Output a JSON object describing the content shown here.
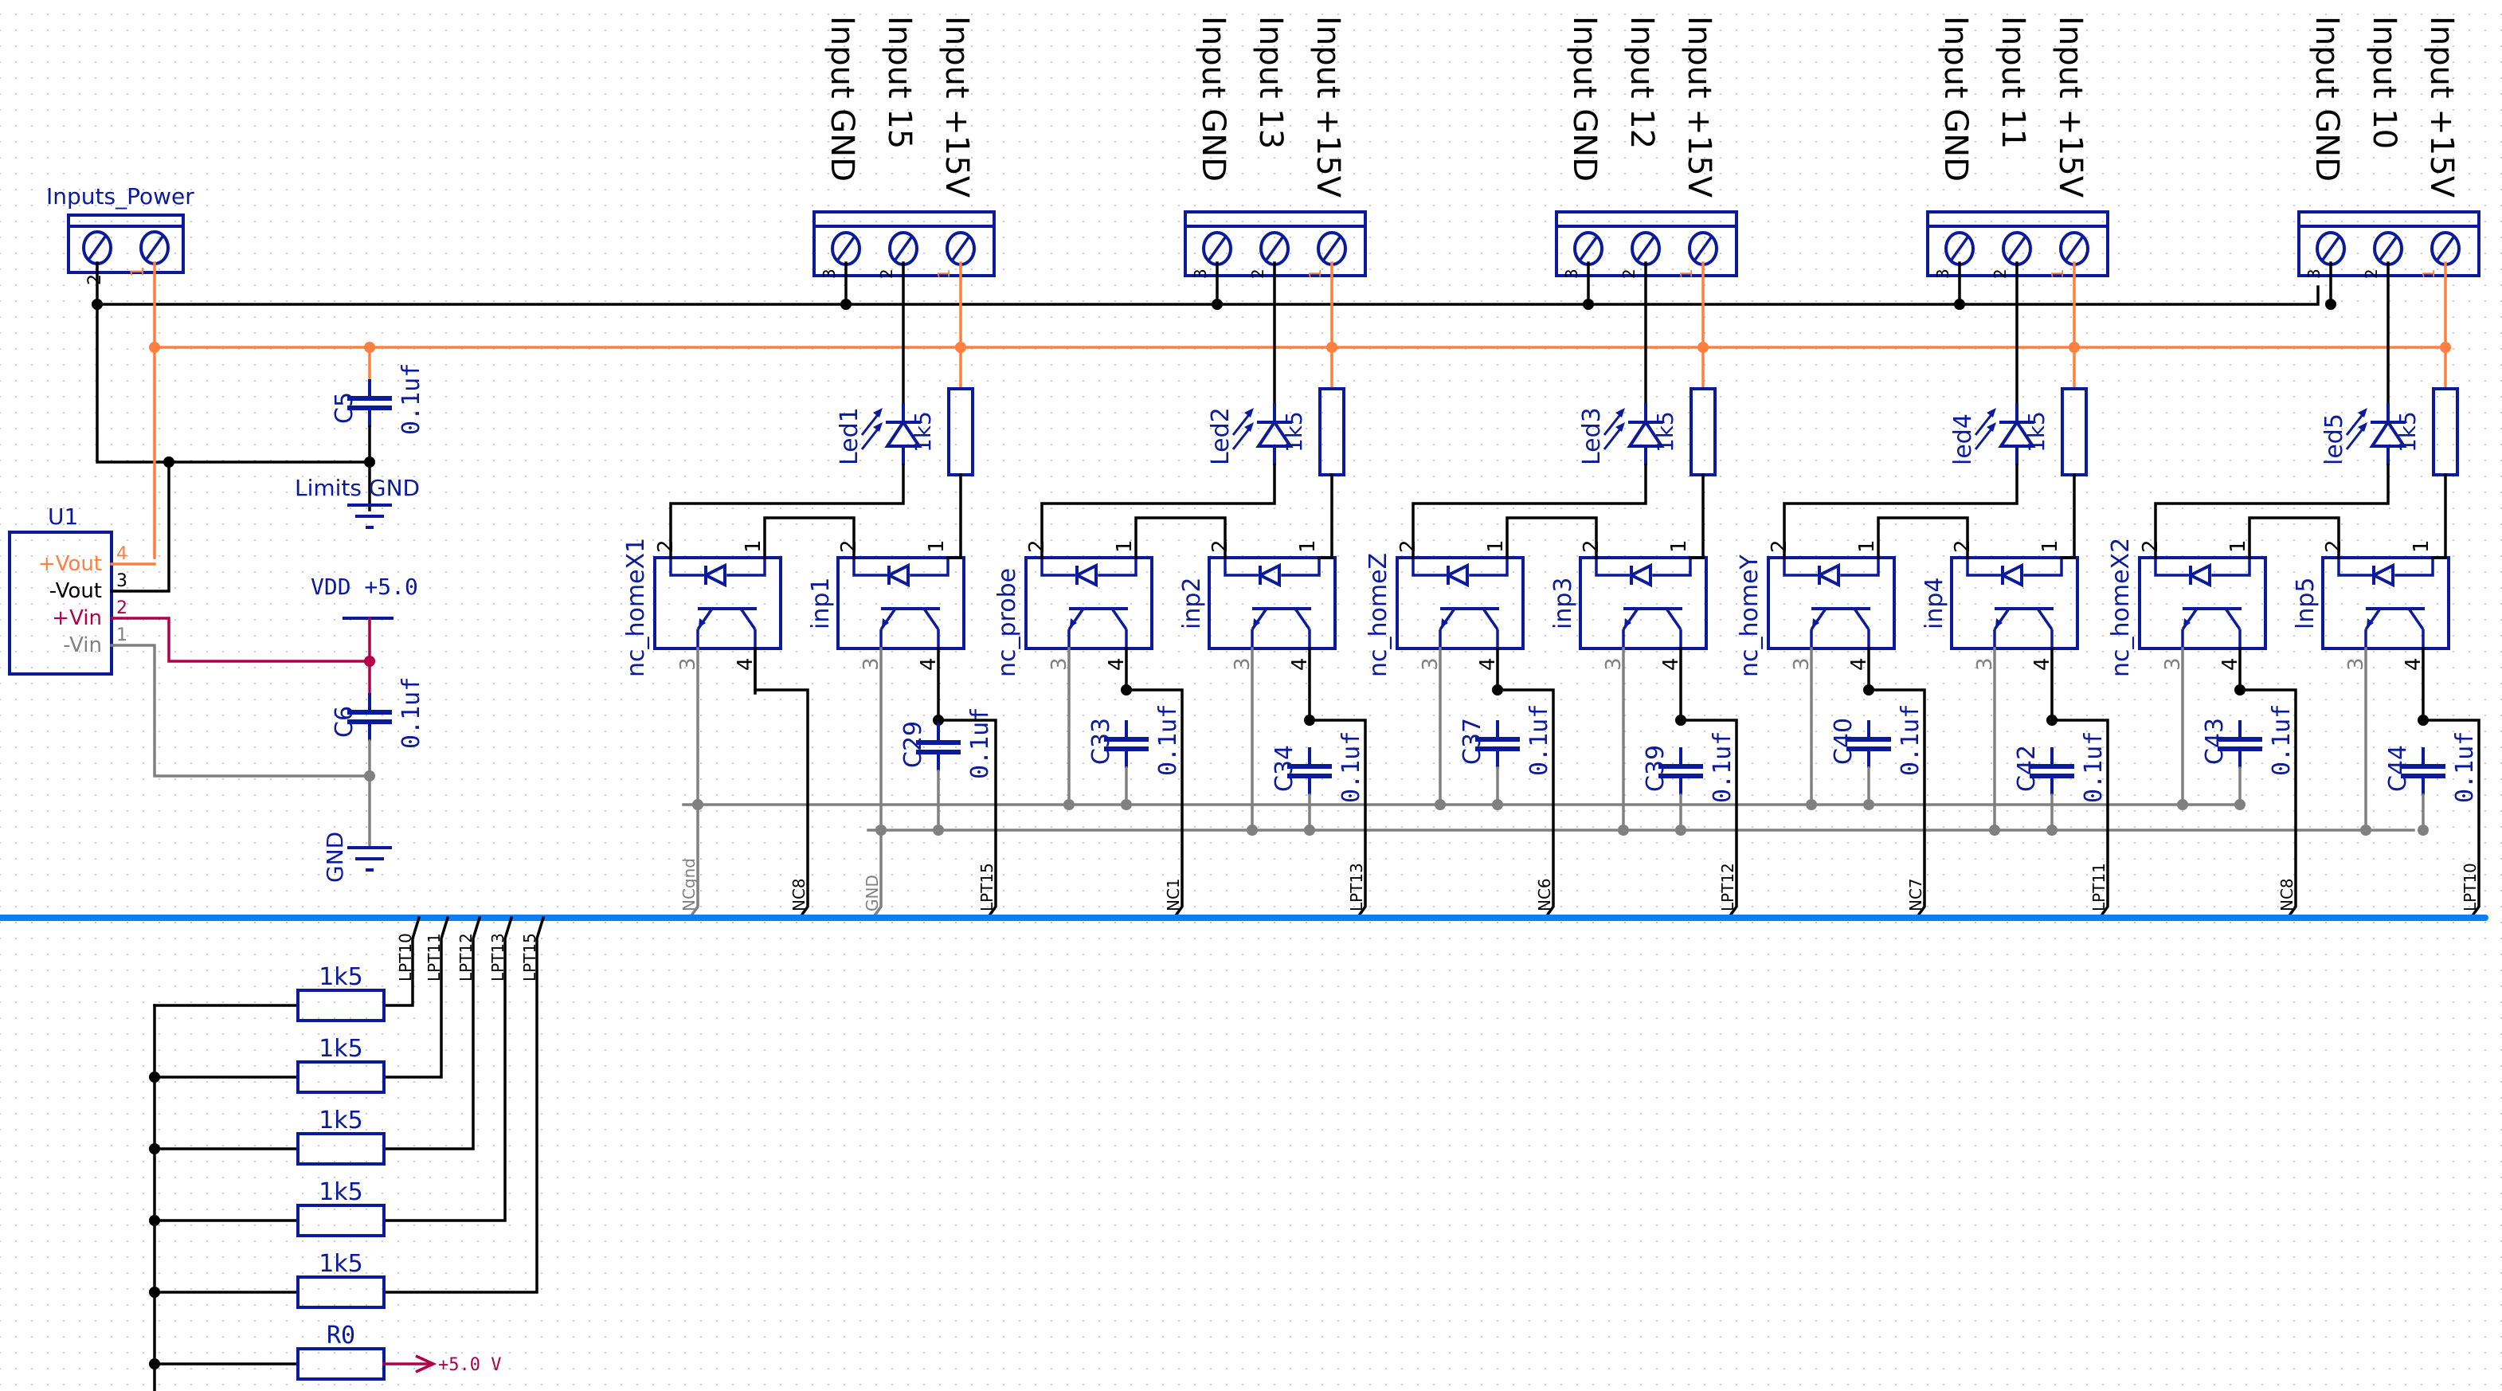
{
  "colors": {
    "symbol": "#0a1a9a",
    "wire_black": "#000000",
    "wire_orange": "#ff7f3f",
    "wire_gray": "#808080",
    "wire_crimson": "#b0004a",
    "bus": "#0a7ff0",
    "grid_dot": "#c8c8c8"
  },
  "power": {
    "input_connector": {
      "ref": "Inputs_Power",
      "pins": [
        "2",
        "1"
      ]
    },
    "c5": {
      "ref": "C5",
      "value": "0.1uf"
    },
    "limits_gnd": "Limits GND",
    "c6": {
      "ref": "C6",
      "value": "0.1uf"
    },
    "vdd": "VDD  +5.0",
    "gnd": "GND",
    "u1": {
      "ref": "U1",
      "pins": [
        {
          "num": "4",
          "name": "+Vout",
          "color": "#ff7f3f"
        },
        {
          "num": "3",
          "name": "-Vout",
          "color": "#000000"
        },
        {
          "num": "2",
          "name": "+Vin",
          "color": "#b0004a"
        },
        {
          "num": "1",
          "name": "-Vin",
          "color": "#808080"
        }
      ]
    }
  },
  "groups": [
    {
      "labels": [
        "Input  GND",
        "Input  15",
        "Input  +15V"
      ],
      "led": "Led1",
      "res": "1k5",
      "opto_a": "nc_homeX1",
      "opto_b": "inp1",
      "cap_a": "C29",
      "cap_b": null,
      "cap_value": "0.1uf",
      "bus_labels": [
        "NCgnd",
        "NC8",
        "GND",
        "LPT15"
      ]
    },
    {
      "labels": [
        "Input  GND",
        "Input  13",
        "Input  +15V"
      ],
      "led": "Led2",
      "res": "1k5",
      "opto_a": "nc_probe",
      "opto_b": "inp2",
      "cap_a": "C33",
      "cap_b": "C34",
      "cap_value": "0.1uf",
      "bus_labels": [
        "NC1",
        "LPT13"
      ]
    },
    {
      "labels": [
        "Input  GND",
        "Input  12",
        "Input  +15V"
      ],
      "led": "Led3",
      "res": "1k5",
      "opto_a": "nc_homeZ",
      "opto_b": "inp3",
      "cap_a": "C37",
      "cap_b": "C39",
      "cap_value": "0.1uf",
      "bus_labels": [
        "NC6",
        "LPT12"
      ]
    },
    {
      "labels": [
        "Input  GND",
        "Input  11",
        "Input  +15V"
      ],
      "led": "led4",
      "res": "1k5",
      "opto_a": "nc_homeY",
      "opto_b": "inp4",
      "cap_a": "C40",
      "cap_b": "C42",
      "cap_value": "0.1uf",
      "bus_labels": [
        "NC7",
        "LPT11"
      ]
    },
    {
      "labels": [
        "Input  GND",
        "Input  10",
        "Input  +15V"
      ],
      "led": "led5",
      "res": "1k5",
      "opto_a": "nc_homeX2",
      "opto_b": "lnp5",
      "cap_a": "C43",
      "cap_b": "C44",
      "cap_value": "0.1uf",
      "bus_labels": [
        "NC8",
        "LPT10"
      ]
    }
  ],
  "connector_pins": [
    "3",
    "2",
    "1"
  ],
  "opto_pins": [
    "2",
    "1",
    "3",
    "4"
  ],
  "pullups": {
    "bus_labels": [
      "LPT10",
      "LPT11",
      "LPT12",
      "LPT13",
      "LPT15"
    ],
    "resistors": [
      "1k5",
      "1k5",
      "1k5",
      "1k5",
      "1k5",
      "R0"
    ],
    "supply_label": "+5.0 V"
  }
}
